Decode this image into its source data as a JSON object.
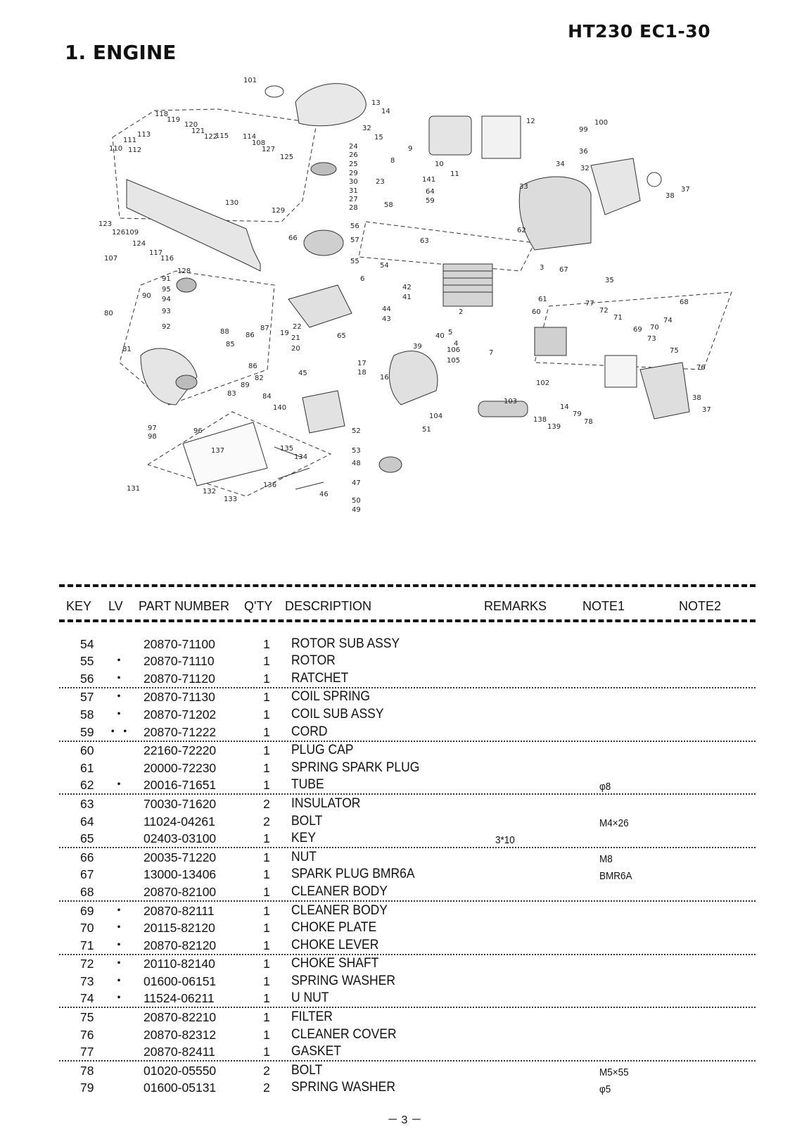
{
  "header": {
    "model": "HT230 EC1-30",
    "section_title": "1. ENGINE"
  },
  "diagram": {
    "callouts": [
      "101",
      "13",
      "14",
      "15",
      "32",
      "12",
      "100",
      "99",
      "118",
      "119",
      "120",
      "121",
      "122",
      "115",
      "114",
      "108",
      "127",
      "125",
      "113",
      "111",
      "110",
      "112",
      "24",
      "26",
      "25",
      "29",
      "30",
      "31",
      "27",
      "28",
      "23",
      "9",
      "8",
      "10",
      "11",
      "36",
      "34",
      "32",
      "37",
      "38",
      "141",
      "64",
      "59",
      "58",
      "33",
      "130",
      "129",
      "123",
      "126",
      "109",
      "124",
      "107",
      "117",
      "116",
      "66",
      "56",
      "57",
      "55",
      "54",
      "63",
      "62",
      "3",
      "67",
      "35",
      "128",
      "91",
      "90",
      "95",
      "94",
      "93",
      "92",
      "80",
      "6",
      "42",
      "41",
      "40",
      "2",
      "61",
      "60",
      "77",
      "72",
      "71",
      "68",
      "69",
      "70",
      "73",
      "74",
      "75",
      "88",
      "87",
      "86",
      "85",
      "19",
      "22",
      "21",
      "20",
      "44",
      "43",
      "65",
      "39",
      "5",
      "4",
      "106",
      "105",
      "7",
      "81",
      "86",
      "82",
      "83",
      "89",
      "84",
      "140",
      "45",
      "17",
      "18",
      "16",
      "76",
      "102",
      "103",
      "104",
      "14",
      "79",
      "78",
      "138",
      "139",
      "38",
      "37",
      "97",
      "98",
      "96",
      "137",
      "135",
      "134",
      "52",
      "53",
      "51",
      "48",
      "47",
      "50",
      "49",
      "46",
      "131",
      "132",
      "133",
      "136"
    ]
  },
  "table": {
    "headers": {
      "key": "KEY",
      "lv": "LV",
      "part_number": "PART NUMBER",
      "qty": "Q'TY",
      "description": "DESCRIPTION",
      "remarks": "REMARKS",
      "note1": "NOTE1",
      "note2": "NOTE2"
    },
    "rows": [
      {
        "key": "54",
        "lv": "",
        "pn": "20870-71100",
        "qty": "1",
        "desc": "ROTOR SUB ASSY",
        "rem": "",
        "n1": "",
        "n2": ""
      },
      {
        "key": "55",
        "lv": "・",
        "pn": "20870-71110",
        "qty": "1",
        "desc": "ROTOR",
        "rem": "",
        "n1": "",
        "n2": ""
      },
      {
        "key": "56",
        "lv": "・",
        "pn": "20870-71120",
        "qty": "1",
        "desc": "RATCHET",
        "rem": "",
        "n1": "",
        "n2": ""
      },
      {
        "key": "57",
        "lv": "・",
        "pn": "20870-71130",
        "qty": "1",
        "desc": "COIL SPRING",
        "rem": "",
        "n1": "",
        "n2": ""
      },
      {
        "key": "58",
        "lv": "・",
        "pn": "20870-71202",
        "qty": "1",
        "desc": "COIL SUB ASSY",
        "rem": "",
        "n1": "",
        "n2": ""
      },
      {
        "key": "59",
        "lv": "・・",
        "pn": "20870-71222",
        "qty": "1",
        "desc": "CORD",
        "rem": "",
        "n1": "",
        "n2": ""
      },
      {
        "key": "60",
        "lv": "",
        "pn": "22160-72220",
        "qty": "1",
        "desc": "PLUG CAP",
        "rem": "",
        "n1": "",
        "n2": ""
      },
      {
        "key": "61",
        "lv": "",
        "pn": "20000-72230",
        "qty": "1",
        "desc": "SPRING SPARK PLUG",
        "rem": "",
        "n1": "",
        "n2": ""
      },
      {
        "key": "62",
        "lv": "・",
        "pn": "20016-71651",
        "qty": "1",
        "desc": "TUBE",
        "rem": "",
        "n1": "φ8",
        "n2": ""
      },
      {
        "key": "63",
        "lv": "",
        "pn": "70030-71620",
        "qty": "2",
        "desc": "INSULATOR",
        "rem": "",
        "n1": "",
        "n2": ""
      },
      {
        "key": "64",
        "lv": "",
        "pn": "11024-04261",
        "qty": "2",
        "desc": "BOLT",
        "rem": "",
        "n1": "M4×26",
        "n2": ""
      },
      {
        "key": "65",
        "lv": "",
        "pn": "02403-03100",
        "qty": "1",
        "desc": "KEY",
        "rem": "3*10",
        "n1": "",
        "n2": ""
      },
      {
        "key": "66",
        "lv": "",
        "pn": "20035-71220",
        "qty": "1",
        "desc": "NUT",
        "rem": "",
        "n1": "M8",
        "n2": ""
      },
      {
        "key": "67",
        "lv": "",
        "pn": "13000-13406",
        "qty": "1",
        "desc": "SPARK PLUG BMR6A",
        "rem": "",
        "n1": "BMR6A",
        "n2": ""
      },
      {
        "key": "68",
        "lv": "",
        "pn": "20870-82100",
        "qty": "1",
        "desc": "CLEANER BODY",
        "rem": "",
        "n1": "",
        "n2": ""
      },
      {
        "key": "69",
        "lv": "・",
        "pn": "20870-82111",
        "qty": "1",
        "desc": "CLEANER BODY",
        "rem": "",
        "n1": "",
        "n2": ""
      },
      {
        "key": "70",
        "lv": "・",
        "pn": "20115-82120",
        "qty": "1",
        "desc": "CHOKE PLATE",
        "rem": "",
        "n1": "",
        "n2": ""
      },
      {
        "key": "71",
        "lv": "・",
        "pn": "20870-82120",
        "qty": "1",
        "desc": "CHOKE LEVER",
        "rem": "",
        "n1": "",
        "n2": ""
      },
      {
        "key": "72",
        "lv": "・",
        "pn": "20110-82140",
        "qty": "1",
        "desc": "CHOKE SHAFT",
        "rem": "",
        "n1": "",
        "n2": ""
      },
      {
        "key": "73",
        "lv": "・",
        "pn": "01600-06151",
        "qty": "1",
        "desc": "SPRING WASHER",
        "rem": "",
        "n1": "",
        "n2": ""
      },
      {
        "key": "74",
        "lv": "・",
        "pn": "11524-06211",
        "qty": "1",
        "desc": "U NUT",
        "rem": "",
        "n1": "",
        "n2": ""
      },
      {
        "key": "75",
        "lv": "",
        "pn": "20870-82210",
        "qty": "1",
        "desc": "FILTER",
        "rem": "",
        "n1": "",
        "n2": ""
      },
      {
        "key": "76",
        "lv": "",
        "pn": "20870-82312",
        "qty": "1",
        "desc": "CLEANER COVER",
        "rem": "",
        "n1": "",
        "n2": ""
      },
      {
        "key": "77",
        "lv": "",
        "pn": "20870-82411",
        "qty": "1",
        "desc": "GASKET",
        "rem": "",
        "n1": "",
        "n2": ""
      },
      {
        "key": "78",
        "lv": "",
        "pn": "01020-05550",
        "qty": "2",
        "desc": "BOLT",
        "rem": "",
        "n1": "M5×55",
        "n2": ""
      },
      {
        "key": "79",
        "lv": "",
        "pn": "01600-05131",
        "qty": "2",
        "desc": "SPRING WASHER",
        "rem": "",
        "n1": "φ5",
        "n2": ""
      }
    ]
  },
  "footer": {
    "page_number": "－ 3 －"
  }
}
